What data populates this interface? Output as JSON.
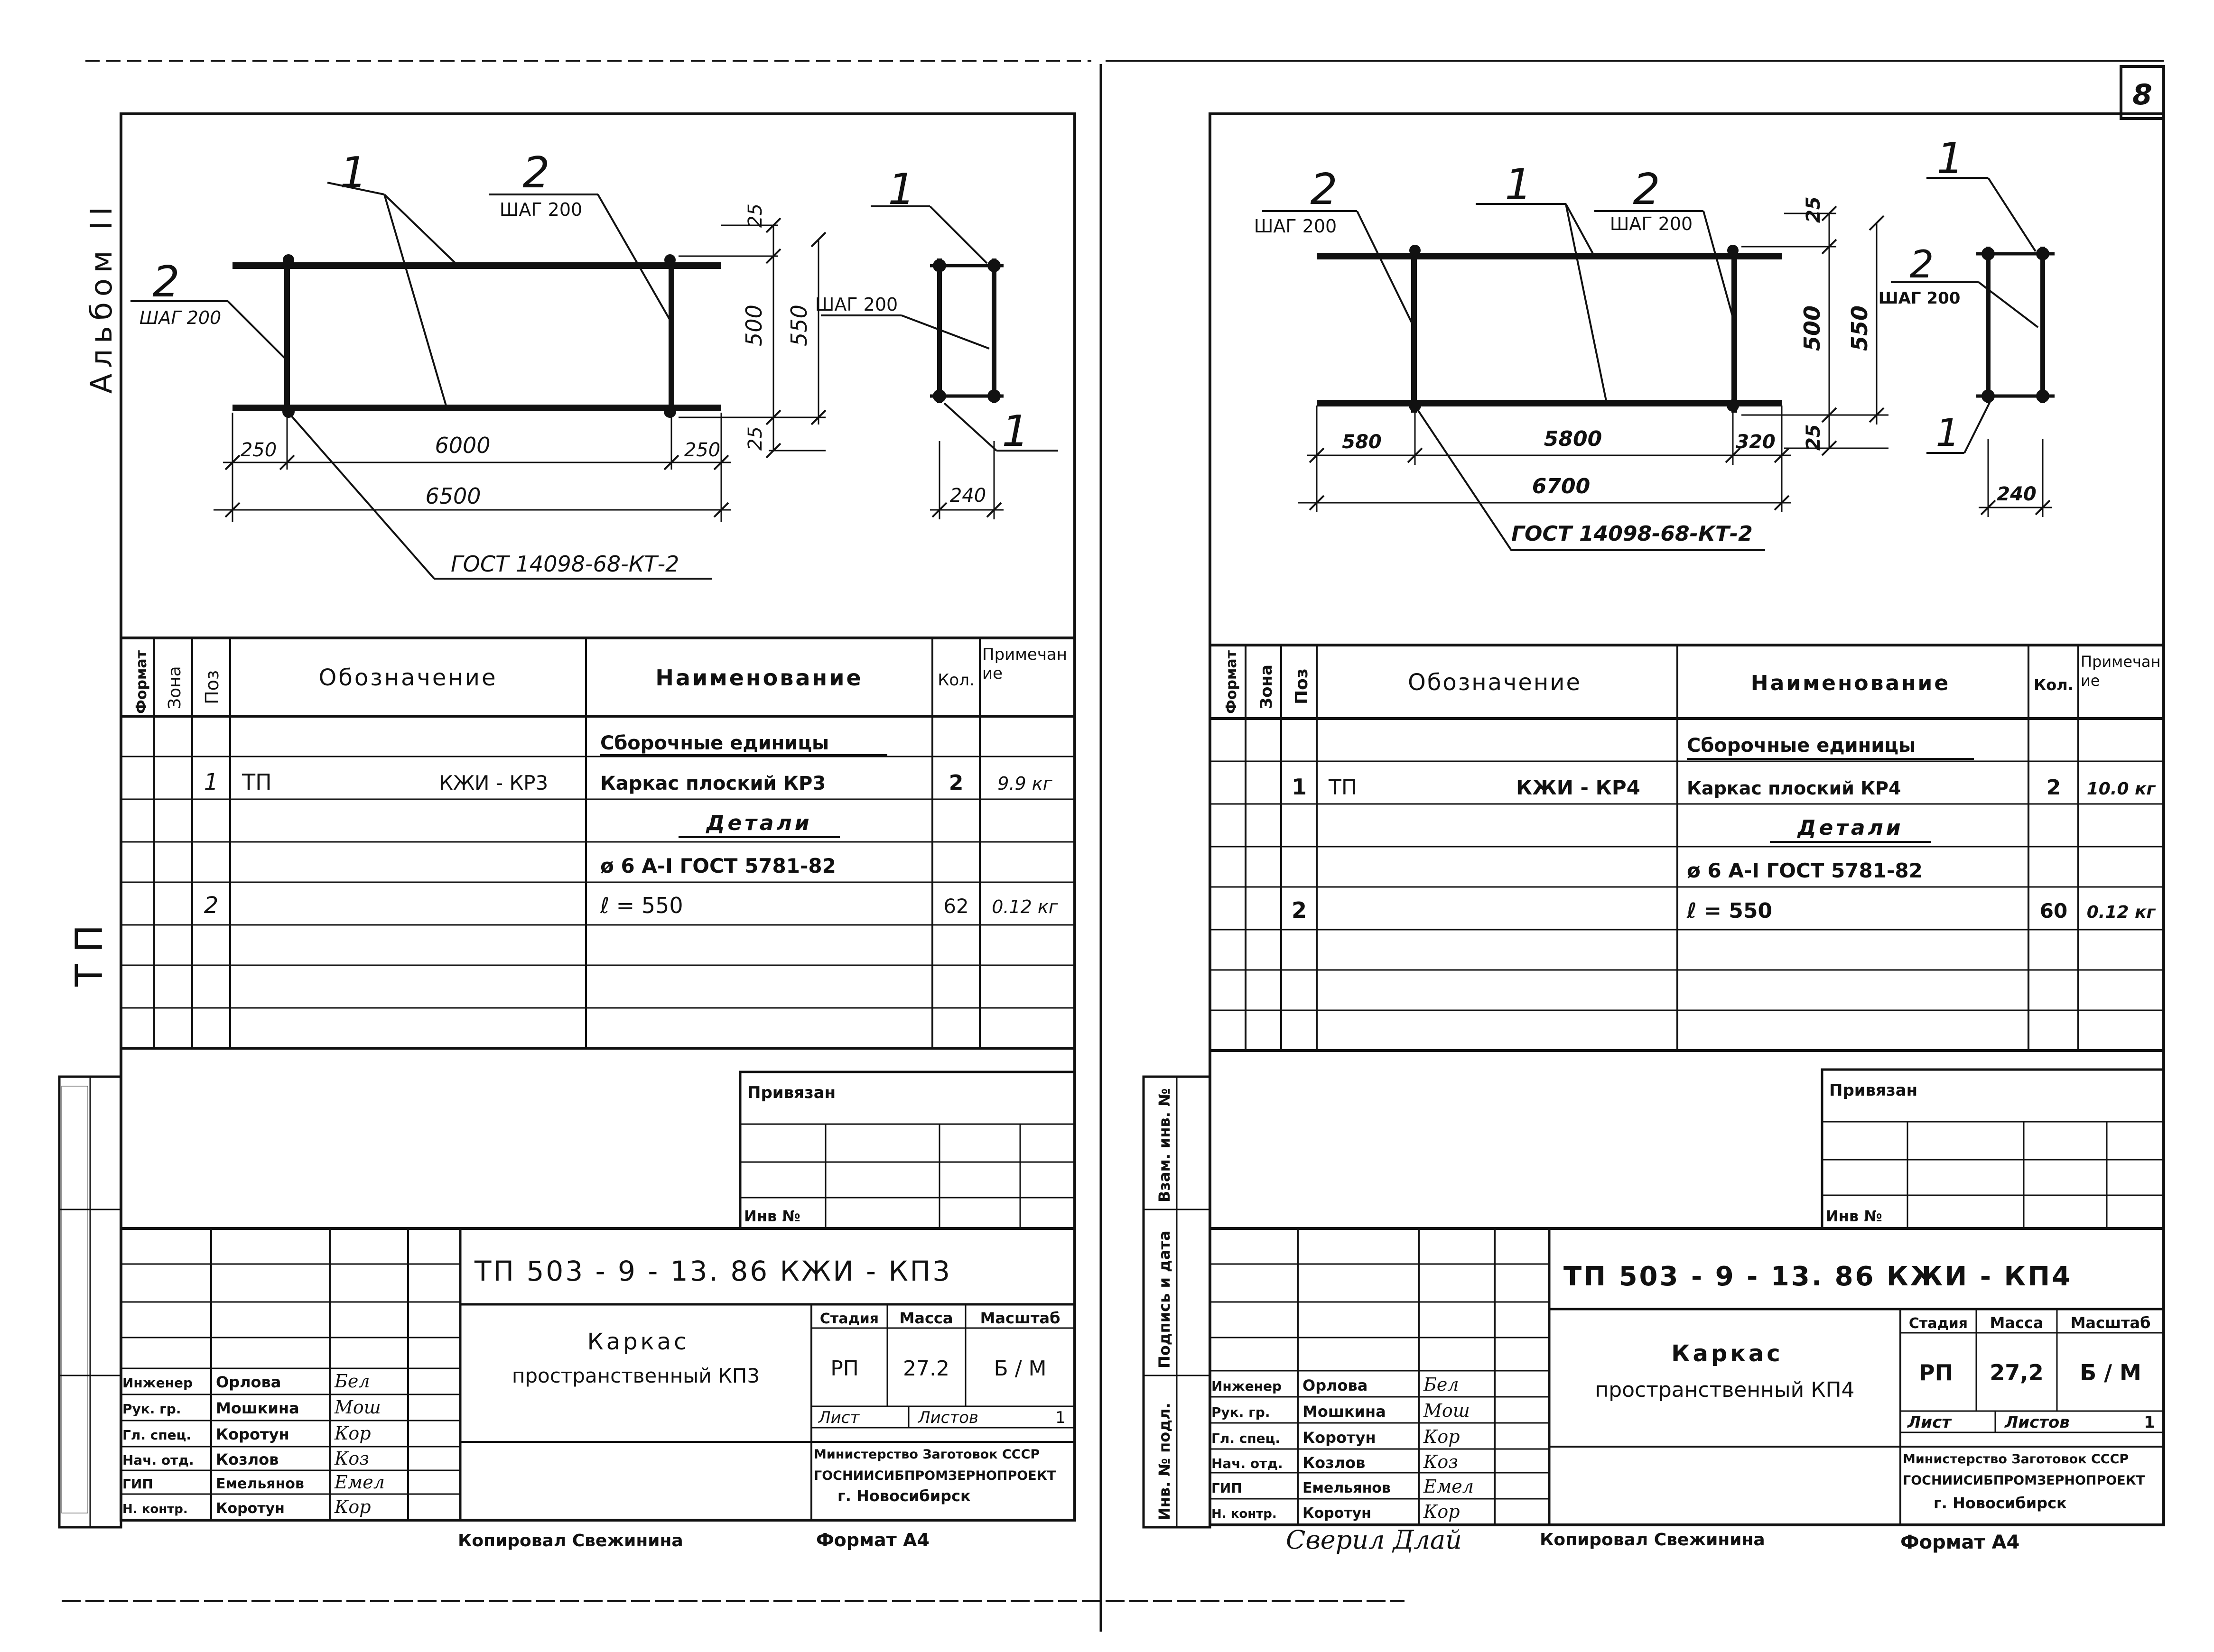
{
  "page": {
    "sheet_number": "8",
    "album_label": "Альбом II",
    "tp_label": "ТП",
    "margin_labels": [
      "Инв. № подл.",
      "Подпись и дата",
      "Взам. инв. №"
    ],
    "copied_by": "Копировал Свежинина",
    "format_label": "Формат А4",
    "checked_note": "Сверил Длай",
    "ink": "#111111",
    "paper": "#ffffff"
  },
  "sheets": [
    {
      "drawing": {
        "front": {
          "pos1": "1",
          "pos2_top": "2",
          "step_top": "ШАГ 200",
          "pos2_left": "2",
          "step_left": "ШАГ 200",
          "dim_25_top": "25",
          "dim_500": "500",
          "dim_550": "550",
          "dim_25_bottom": "25",
          "dim_left_end": "250",
          "dim_middle": "6000",
          "dim_right_end": "250",
          "dim_total": "6500",
          "gost_ref": "ГОСТ 14098-68-КТ-2"
        },
        "section": {
          "pos1_top": "1",
          "step": "ШАГ 200",
          "pos1_bottom": "1",
          "dim_width": "240"
        }
      },
      "spec": {
        "headers": {
          "format": "Формат",
          "zone": "Зона",
          "pos": "Поз",
          "designation": "Обозначение",
          "name": "Наименование",
          "qty": "Кол.",
          "note": "Примечание"
        },
        "rows": [
          {
            "pos": "",
            "designation": "",
            "designation_code": "",
            "name": "Сборочные единицы",
            "qty": "",
            "note": ""
          },
          {
            "pos": "1",
            "designation": "ТП",
            "designation_code": "КЖИ - КР3",
            "name": "Каркас плоский КР3",
            "qty": "2",
            "note": "9.9 кг"
          },
          {
            "pos": "",
            "designation": "",
            "designation_code": "",
            "name": "Детали",
            "qty": "",
            "note": ""
          },
          {
            "pos": "",
            "designation": "",
            "designation_code": "",
            "name": "ø 6 А-I  ГОСТ 5781-82",
            "qty": "",
            "note": ""
          },
          {
            "pos": "2",
            "designation": "",
            "designation_code": "",
            "name": "ℓ = 550",
            "qty": "62",
            "note": "0.12 кг"
          },
          {
            "pos": "",
            "designation": "",
            "designation_code": "",
            "name": "",
            "qty": "",
            "note": ""
          },
          {
            "pos": "",
            "designation": "",
            "designation_code": "",
            "name": "",
            "qty": "",
            "note": ""
          },
          {
            "pos": "",
            "designation": "",
            "designation_code": "",
            "name": "",
            "qty": "",
            "note": ""
          }
        ]
      },
      "title_block": {
        "bound_label": "Привязан",
        "inv_label": "Инв №",
        "doc_code": "ТП   503 - 9 - 13. 86   КЖИ - КП3",
        "title_line1": "Каркас",
        "title_line2": "пространственный КП3",
        "stage_label": "Стадия",
        "mass_label": "Масса",
        "scale_label": "Масштаб",
        "stage": "РП",
        "mass": "27.2",
        "scale": "Б / М",
        "sheet_label": "Лист",
        "sheets_label": "Листов",
        "sheets_count": "1",
        "org_line1": "Министерство Заготовок СССР",
        "org_line2": "ГОСНИИСИБПРОМЗЕРНОПРОЕКТ",
        "org_line3": "г. Новосибирск",
        "staff": [
          {
            "role": "Инженер",
            "name": "Орлова",
            "sign": "Бел"
          },
          {
            "role": "Рук. гр.",
            "name": "Мошкина",
            "sign": "Мош"
          },
          {
            "role": "Гл. спец.",
            "name": "Коротун",
            "sign": "Кор"
          },
          {
            "role": "Нач. отд.",
            "name": "Козлов",
            "sign": "Коз"
          },
          {
            "role": "ГИП",
            "name": "Емельянов",
            "sign": "Емел"
          },
          {
            "role": "Н. контр.",
            "name": "Коротун",
            "sign": "Кор"
          }
        ]
      }
    },
    {
      "drawing": {
        "front": {
          "pos2_left": "2",
          "step_left": "ШАГ 200",
          "pos1": "1",
          "pos2_right": "2",
          "step_right": "ШАГ 200",
          "dim_25_top": "25",
          "dim_500": "500",
          "dim_550": "550",
          "dim_25_bottom": "25",
          "dim_left_end": "580",
          "dim_middle": "5800",
          "dim_right_end": "320",
          "dim_total": "6700",
          "gost_ref": "ГОСТ 14098-68-КТ-2"
        },
        "section": {
          "pos1_top": "1",
          "pos2": "2",
          "step": "ШАГ 200",
          "pos1_bottom": "1",
          "dim_width": "240"
        }
      },
      "spec": {
        "headers": {
          "format": "Формат",
          "zone": "Зона",
          "pos": "Поз",
          "designation": "Обозначение",
          "name": "Наименование",
          "qty": "Кол.",
          "note": "Примечание"
        },
        "rows": [
          {
            "pos": "",
            "designation": "",
            "designation_code": "",
            "name": "Сборочные единицы",
            "qty": "",
            "note": ""
          },
          {
            "pos": "1",
            "designation": "ТП",
            "designation_code": "КЖИ - КР4",
            "name": "Каркас плоский КР4",
            "qty": "2",
            "note": "10.0 кг"
          },
          {
            "pos": "",
            "designation": "",
            "designation_code": "",
            "name": "Детали",
            "qty": "",
            "note": ""
          },
          {
            "pos": "",
            "designation": "",
            "designation_code": "",
            "name": "ø 6 А-I  ГОСТ 5781-82",
            "qty": "",
            "note": ""
          },
          {
            "pos": "2",
            "designation": "",
            "designation_code": "",
            "name": "ℓ = 550",
            "qty": "60",
            "note": "0.12 кг"
          },
          {
            "pos": "",
            "designation": "",
            "designation_code": "",
            "name": "",
            "qty": "",
            "note": ""
          },
          {
            "pos": "",
            "designation": "",
            "designation_code": "",
            "name": "",
            "qty": "",
            "note": ""
          },
          {
            "pos": "",
            "designation": "",
            "designation_code": "",
            "name": "",
            "qty": "",
            "note": ""
          }
        ]
      },
      "title_block": {
        "bound_label": "Привязан",
        "inv_label": "Инв №",
        "doc_code": "ТП   503 - 9 - 13. 86   КЖИ - КП4",
        "title_line1": "Каркас",
        "title_line2": "пространственный КП4",
        "stage_label": "Стадия",
        "mass_label": "Масса",
        "scale_label": "Масштаб",
        "stage": "РП",
        "mass": "27,2",
        "scale": "Б / М",
        "sheet_label": "Лист",
        "sheets_label": "Листов",
        "sheets_count": "1",
        "org_line1": "Министерство Заготовок СССР",
        "org_line2": "ГОСНИИСИБПРОМЗЕРНОПРОЕКТ",
        "org_line3": "г. Новосибирск",
        "staff": [
          {
            "role": "Инженер",
            "name": "Орлова",
            "sign": "Бел"
          },
          {
            "role": "Рук. гр.",
            "name": "Мошкина",
            "sign": "Мош"
          },
          {
            "role": "Гл. спец.",
            "name": "Коротун",
            "sign": "Кор"
          },
          {
            "role": "Нач. отд.",
            "name": "Козлов",
            "sign": "Коз"
          },
          {
            "role": "ГИП",
            "name": "Емельянов",
            "sign": "Емел"
          },
          {
            "role": "Н. контр.",
            "name": "Коротун",
            "sign": "Кор"
          }
        ]
      }
    }
  ]
}
